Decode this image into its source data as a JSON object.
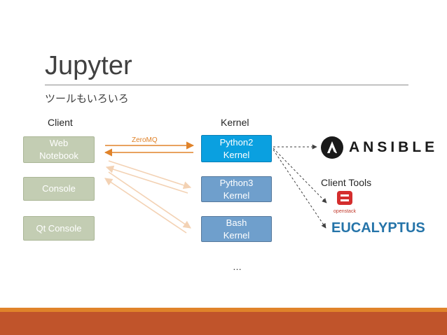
{
  "slide": {
    "title": "Jupyter",
    "subtitle": "ツールもいろいろ"
  },
  "columns": {
    "client": "Client",
    "kernel": "Kernel",
    "tools": "Client Tools"
  },
  "clients": [
    {
      "line1": "Web",
      "line2": "Notebook"
    },
    {
      "line1": "Console"
    },
    {
      "line1": "Qt Console"
    }
  ],
  "kernels": [
    {
      "line1": "Python2",
      "line2": "Kernel"
    },
    {
      "line1": "Python3",
      "line2": "Kernel"
    },
    {
      "line1": "Bash",
      "line2": "Kernel"
    }
  ],
  "protocol_label": "ZeroMQ",
  "ellipsis": "…",
  "logos": {
    "ansible": "ANSIBLE",
    "openstack": "openstack",
    "eucalyptus": "EUCALYPTUS"
  },
  "colors": {
    "accent_orange": "#e0832a",
    "footer": "#c0542b",
    "kernel_active": "#0aa0e0",
    "kernel_inactive": "#6f9fcc",
    "client_box": "#c3cdb3"
  }
}
